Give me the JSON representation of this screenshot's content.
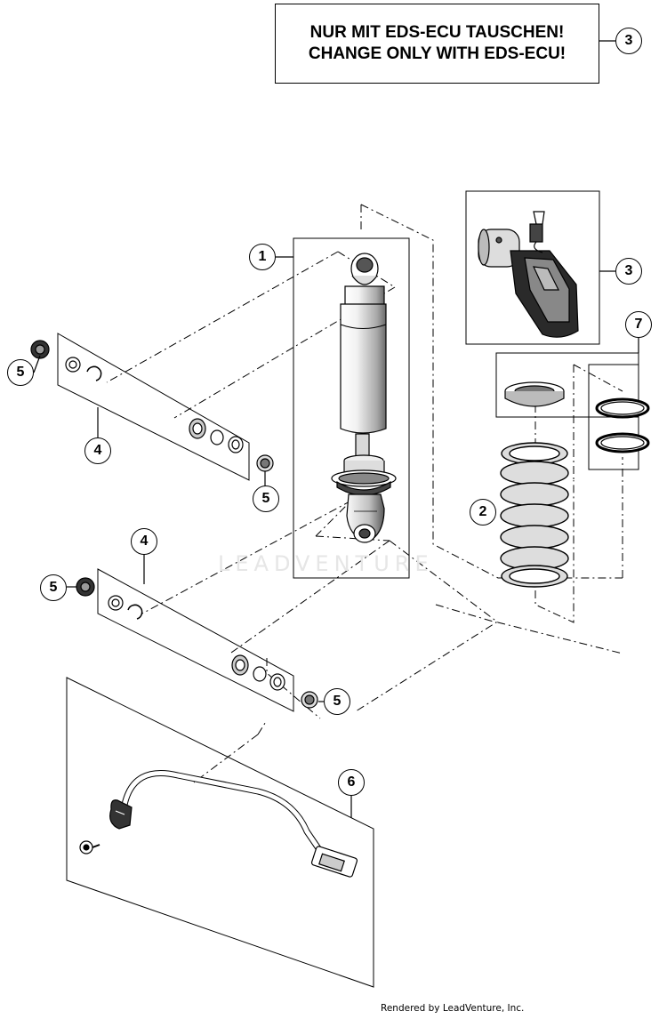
{
  "notice": {
    "line1": "NUR MIT EDS-ECU TAUSCHEN!",
    "line2": "CHANGE ONLY WITH EDS-ECU!",
    "callout": "3"
  },
  "callouts": {
    "shock_absorber": "1",
    "spring": "2",
    "ecu_unit": "3",
    "bearing_kit_upper": "4",
    "bearing_kit_lower": "4",
    "bushing_upper_left": "5",
    "bushing_upper_right": "5",
    "bushing_lower_left": "5",
    "bushing_lower_right": "5",
    "cable_harness": "6",
    "spring_washers": "7"
  },
  "watermark": "LEADVENTURE",
  "footer": "Rendered by LeadVenture, Inc."
}
